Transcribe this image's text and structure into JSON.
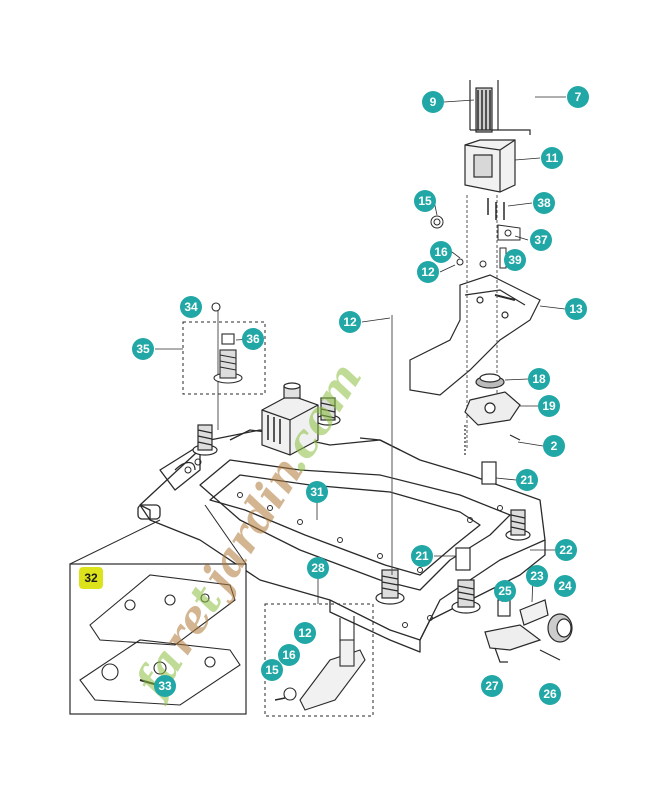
{
  "diagram": {
    "colors": {
      "callout": "#21a7a6",
      "callout_highlight": "#dde31a",
      "line": "#2a2a2a",
      "watermark_green": "#8bbf3f",
      "watermark_brown": "#b07a3a"
    },
    "watermark": {
      "part1": "fa",
      "part2": "re",
      "part3": "t",
      "part4": "jardin",
      "part5": ".com"
    },
    "callouts": [
      {
        "id": "c-9",
        "label": "9"
      },
      {
        "id": "c-7",
        "label": "7"
      },
      {
        "id": "c-11",
        "label": "11"
      },
      {
        "id": "c-15a",
        "label": "15"
      },
      {
        "id": "c-38",
        "label": "38"
      },
      {
        "id": "c-16a",
        "label": "16"
      },
      {
        "id": "c-37",
        "label": "37"
      },
      {
        "id": "c-12a",
        "label": "12"
      },
      {
        "id": "c-39",
        "label": "39"
      },
      {
        "id": "c-13",
        "label": "13"
      },
      {
        "id": "c-34",
        "label": "34"
      },
      {
        "id": "c-12b",
        "label": "12"
      },
      {
        "id": "c-36",
        "label": "36"
      },
      {
        "id": "c-35",
        "label": "35"
      },
      {
        "id": "c-18",
        "label": "18"
      },
      {
        "id": "c-19",
        "label": "19"
      },
      {
        "id": "c-2",
        "label": "2"
      },
      {
        "id": "c-21a",
        "label": "21"
      },
      {
        "id": "c-31",
        "label": "31"
      },
      {
        "id": "c-21b",
        "label": "21"
      },
      {
        "id": "c-22",
        "label": "22"
      },
      {
        "id": "c-28",
        "label": "28"
      },
      {
        "id": "c-32",
        "label": "32"
      },
      {
        "id": "c-23",
        "label": "23"
      },
      {
        "id": "c-24",
        "label": "24"
      },
      {
        "id": "c-25",
        "label": "25"
      },
      {
        "id": "c-12c",
        "label": "12"
      },
      {
        "id": "c-16b",
        "label": "16"
      },
      {
        "id": "c-15b",
        "label": "15"
      },
      {
        "id": "c-33",
        "label": "33"
      },
      {
        "id": "c-27",
        "label": "27"
      },
      {
        "id": "c-26",
        "label": "26"
      }
    ]
  }
}
